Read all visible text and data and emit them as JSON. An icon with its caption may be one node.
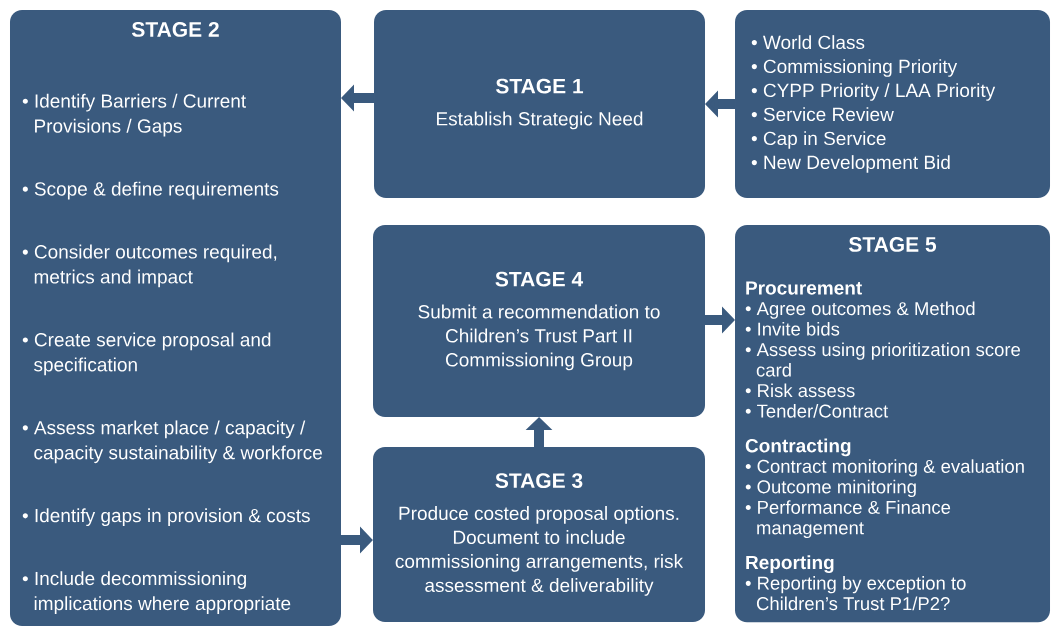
{
  "diagram": {
    "nodes": [
      {
        "text": [
          "STAGE 2",
          "• Identify Barriers / Current Provisions / Gaps",
          "• Scope & define requirements",
          "• Consider outcomes required, metrics and impact",
          "• Create service proposal and specification",
          "• Assess market place / capacity / capacity sustainability & workforce",
          "• Identify gaps in provision & costs",
          "• Include decommissioning implications where appropriate"
        ]
      },
      {
        "text": [
          "STAGE 1",
          "Establish Strategic Need"
        ]
      },
      {
        "text": [
          "• World Class",
          "• Commissioning Priority",
          "• CYPP Priority / LAA Priority",
          "• Service Review",
          "• Cap in Service",
          "• New Development Bid"
        ]
      },
      {
        "text": [
          "STAGE 4",
          "Submit a recommendation to Children’s Trust Part II Commissioning Group"
        ]
      },
      {
        "text": [
          "STAGE 5",
          "Procurement",
          "• Agree outcomes & Method",
          "• Invite bids",
          "• Assess using prioritization score card",
          "• Risk assess",
          "• Tender/Contract",
          "Contracting",
          "• Contract monitoring & evaluation",
          "• Outcome minitoring",
          "• Performance & Finance management",
          "Reporting",
          "• Reporting by exception to Children’s Trust P1/P2?"
        ]
      },
      {
        "text": [
          "STAGE 3",
          "Produce costed proposal options. Document to include commissioning arrangements, risk assessment & deliverability"
        ]
      }
    ],
    "edges": [
      {
        "from": 2,
        "to": 1,
        "arrow": "to"
      },
      {
        "from": 1,
        "to": 0,
        "arrow": "to"
      },
      {
        "from": 0,
        "to": 5,
        "arrow": "to"
      },
      {
        "from": 5,
        "to": 3,
        "arrow": "to"
      },
      {
        "from": 3,
        "to": 4,
        "arrow": "to"
      }
    ]
  }
}
